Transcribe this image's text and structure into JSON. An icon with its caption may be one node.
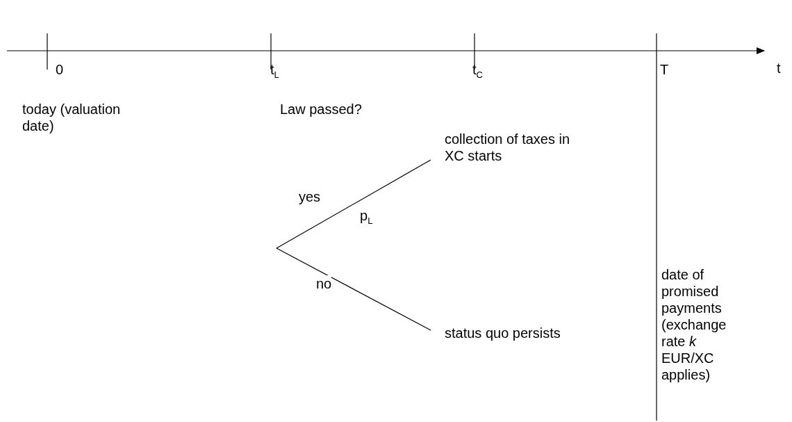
{
  "diagram": {
    "nodes": [
      {
        "text": [
          "collection of taxes in XC starts"
        ]
      },
      {
        "text": [
          "status quo persists"
        ]
      }
    ],
    "edges": [
      {
        "from": null,
        "to": 0,
        "arrow": "none",
        "label": "yes"
      },
      {
        "from": null,
        "to": 1,
        "arrow": "none",
        "label": "no"
      }
    ],
    "labels": [
      "0",
      "t$_{L}$",
      "t$_{C}$",
      "T",
      "t",
      "today (valuation date)",
      "Law passed?",
      "p$_{L}$",
      "date of promised payments (exchange rate *k* EUR/XC applies)"
    ]
  }
}
